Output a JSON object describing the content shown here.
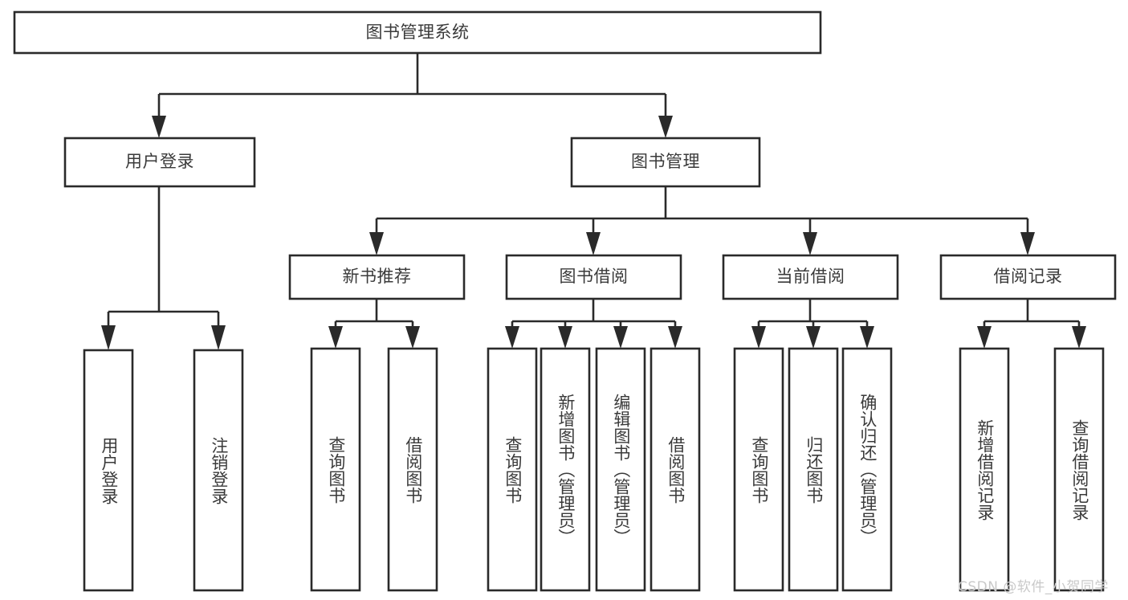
{
  "diagram": {
    "type": "tree",
    "title": "图书管理系统",
    "root": {
      "label": "图书管理系统"
    },
    "level2": [
      {
        "label": "用户登录"
      },
      {
        "label": "图书管理"
      }
    ],
    "level3": [
      {
        "label": "新书推荐"
      },
      {
        "label": "图书借阅"
      },
      {
        "label": "当前借阅"
      },
      {
        "label": "借阅记录"
      }
    ],
    "leaves": {
      "user_login": [
        {
          "label": "用户登录"
        },
        {
          "label": "注销登录"
        }
      ],
      "new_book_recommend": [
        {
          "label": "查询图书"
        },
        {
          "label": "借阅图书"
        }
      ],
      "book_borrow": [
        {
          "label": "查询图书"
        },
        {
          "label": "新增图书（管理员）"
        },
        {
          "label": "编辑图书（管理员）"
        },
        {
          "label": "借阅图书"
        }
      ],
      "current_borrow": [
        {
          "label": "查询图书"
        },
        {
          "label": "归还图书"
        },
        {
          "label": "确认归还（管理员）"
        }
      ],
      "borrow_records": [
        {
          "label": "新增借阅记录"
        },
        {
          "label": "查询借阅记录"
        }
      ]
    },
    "watermark": "CSDN @软件_小贺同学",
    "colors": {
      "stroke": "#2a2a2a",
      "fill": "#ffffff",
      "text": "#3a3a3a",
      "watermark": "#c9c9c9"
    }
  }
}
